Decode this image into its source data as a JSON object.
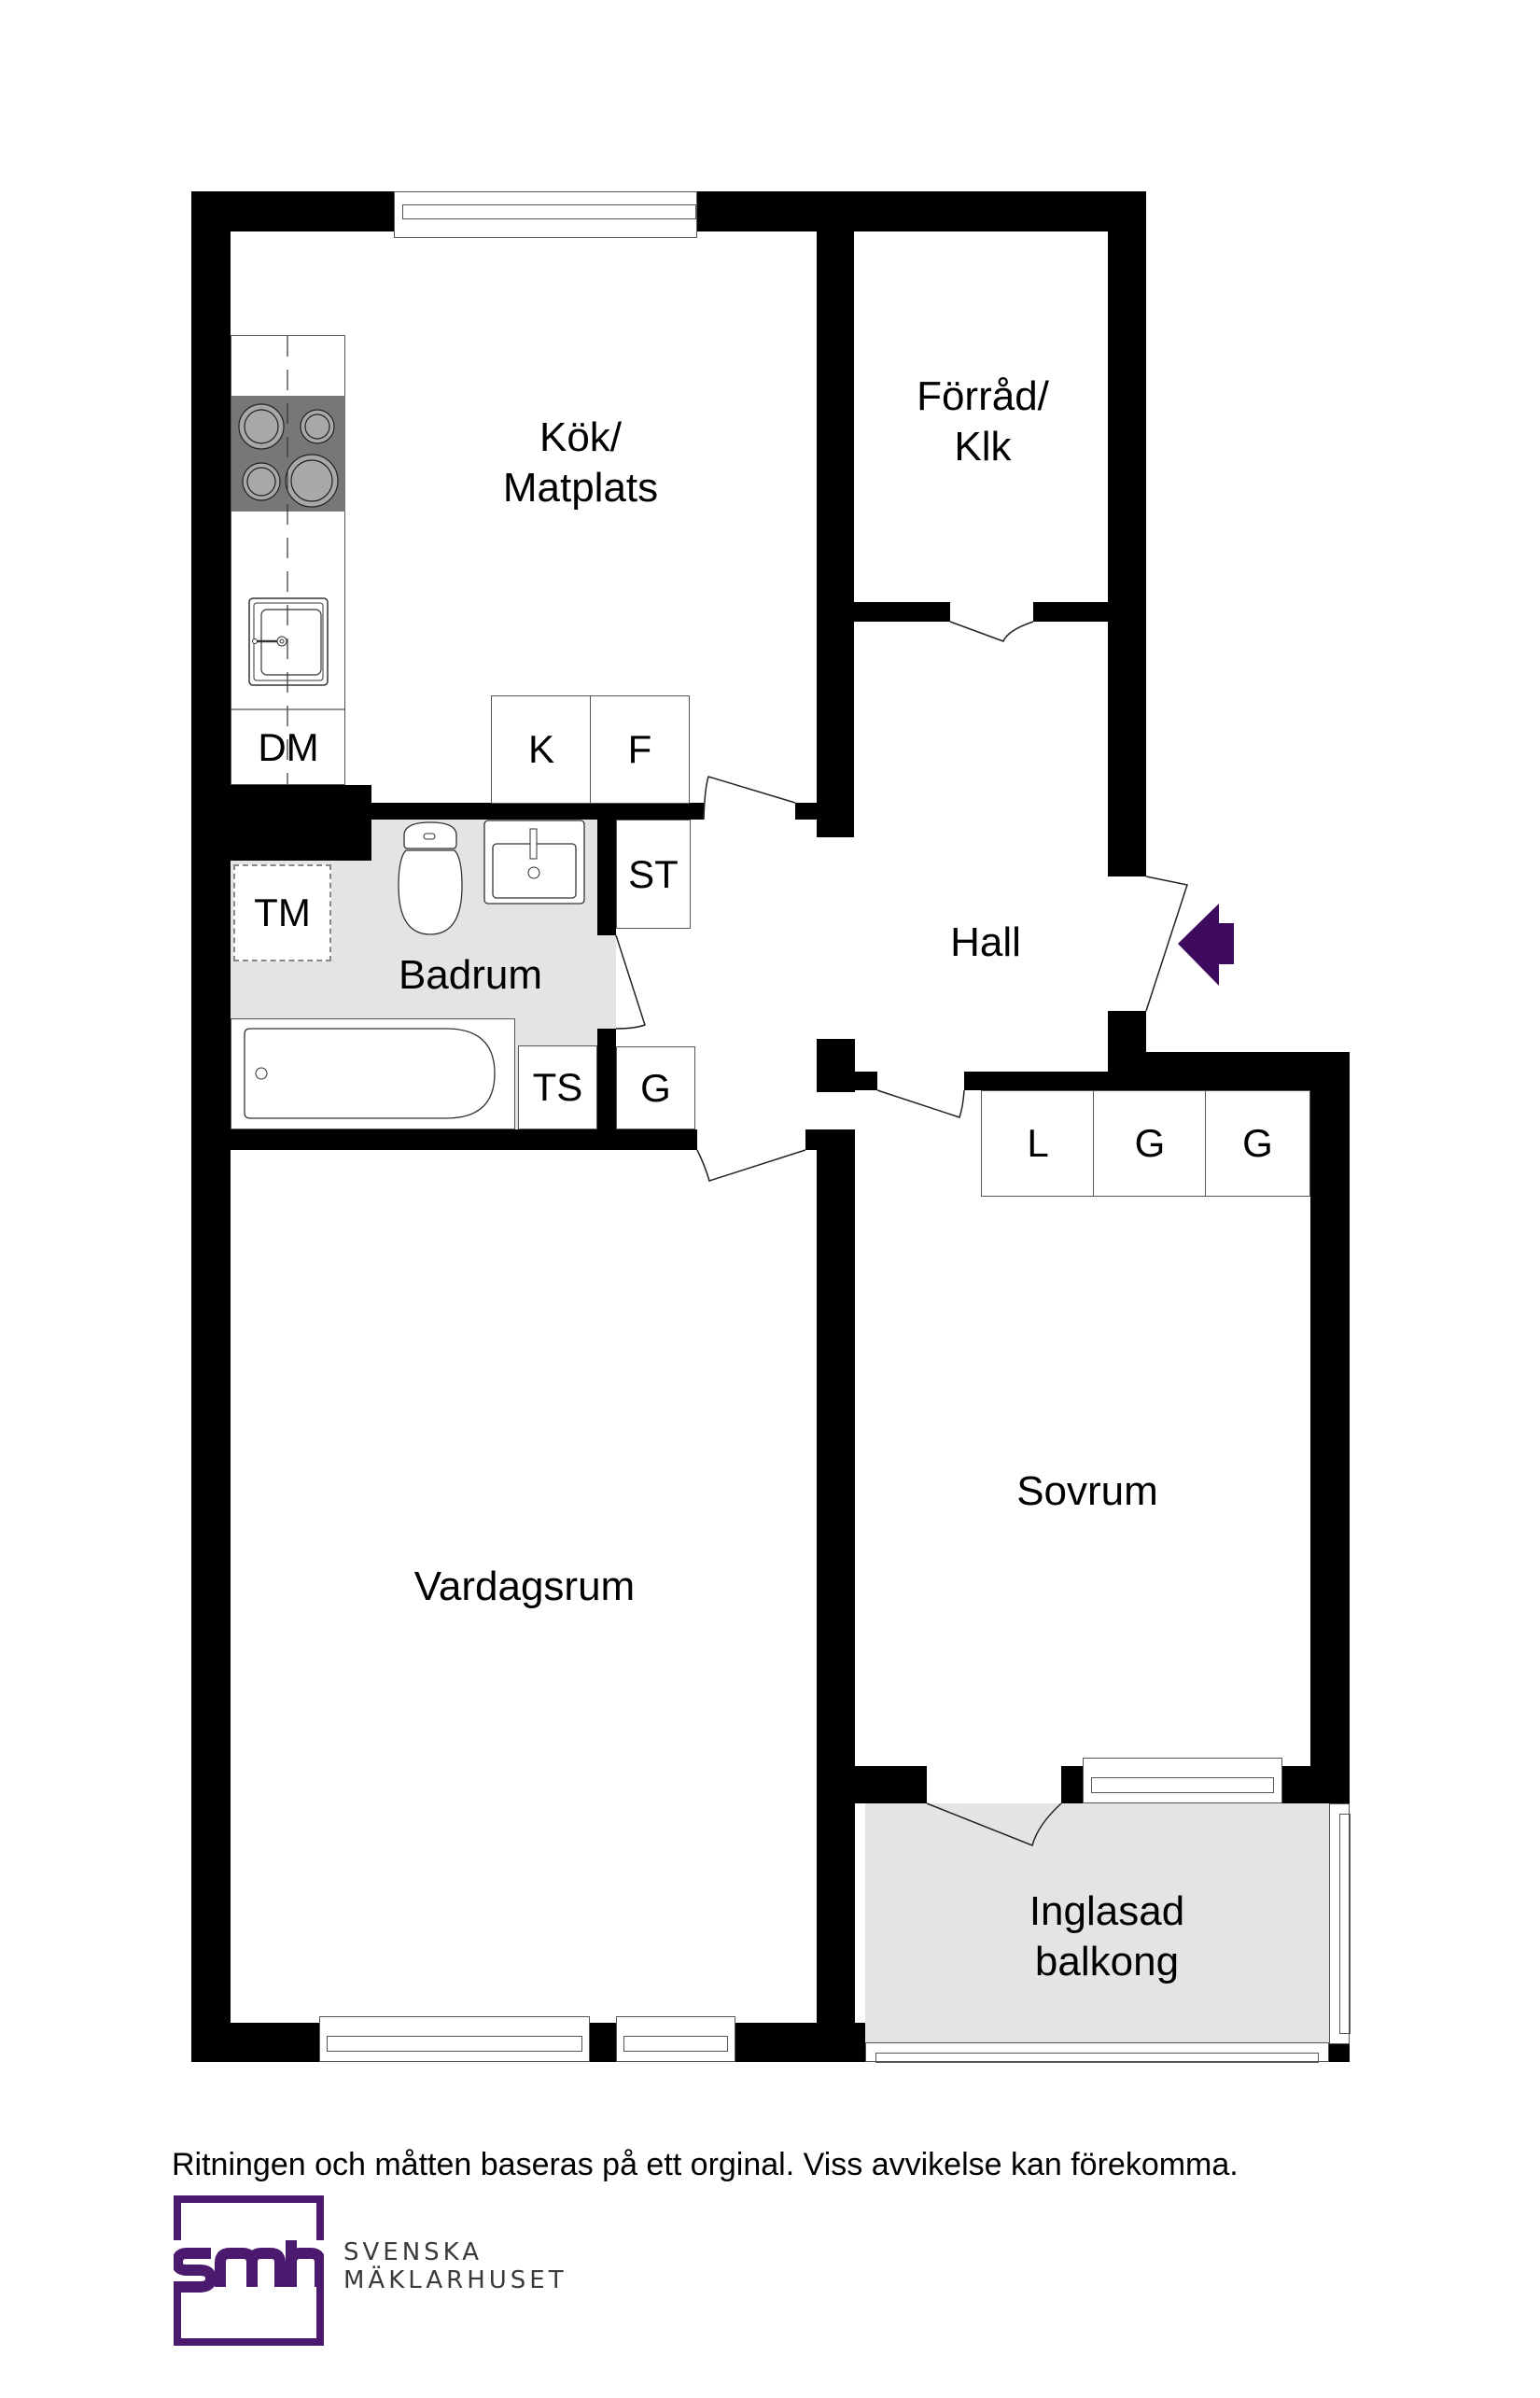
{
  "floorplan": {
    "rooms": {
      "kitchen": {
        "line1": "Kök/",
        "line2": "Matplats"
      },
      "storage": {
        "line1": "Förråd/",
        "line2": "Klk"
      },
      "bathroom": "Badrum",
      "hall": "Hall",
      "living_room": "Vardagsrum",
      "bedroom": "Sovrum",
      "balcony": {
        "line1": "Inglasad",
        "line2": "balkong"
      }
    },
    "fixtures": {
      "dishwasher": "DM",
      "fridge": "K",
      "freezer": "F",
      "washing_machine": "TM",
      "dryer": "TS",
      "cleaning_cabinet": "ST",
      "wardrobe_hall_bath": "G",
      "linen_closet": "L",
      "wardrobe_1": "G",
      "wardrobe_2": "G"
    },
    "entrance_marker_color": "#3d0a5e",
    "wall_color": "#000000",
    "wet_area_color": "#e4e4e4"
  },
  "footer": {
    "disclaimer": "Ritningen och måtten baseras på ett orginal. Viss avvikelse kan förekomma."
  },
  "logo": {
    "monogram": "smh",
    "line1": "SVENSKA",
    "line2": "MÄKLARHUSET",
    "color": "#4b1a6e"
  }
}
